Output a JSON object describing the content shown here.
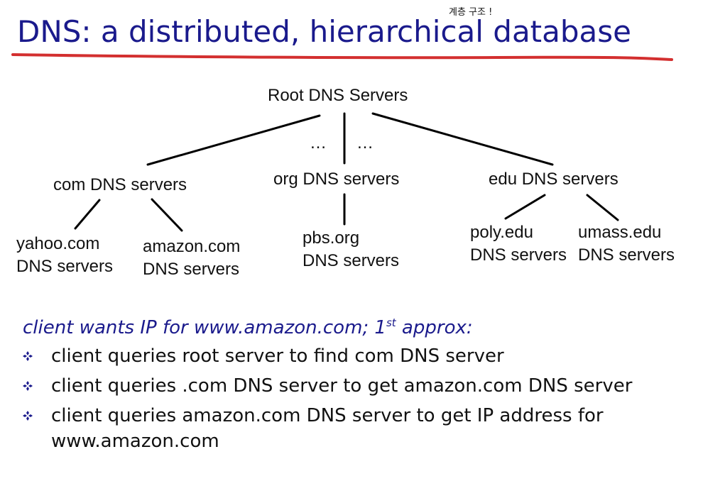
{
  "slide": {
    "annotation": "계층 구조 !",
    "title": "DNS: a distributed, hierarchical database",
    "underline_color": "#d32f2f",
    "title_color": "#1a1a8c"
  },
  "tree": {
    "root": "Root DNS Servers",
    "ellipsis_left": "…",
    "ellipsis_right": "…",
    "tld": [
      {
        "label": "com DNS servers"
      },
      {
        "label": "org DNS servers"
      },
      {
        "label": "edu DNS servers"
      }
    ],
    "leaves": [
      {
        "line1": "yahoo.com",
        "line2": "DNS servers"
      },
      {
        "line1": "amazon.com",
        "line2": "DNS servers"
      },
      {
        "line1": "pbs.org",
        "line2": "DNS servers"
      },
      {
        "line1": "poly.edu",
        "line2": "DNS servers"
      },
      {
        "line1": "umass.edu",
        "line2": "DNS servers"
      }
    ]
  },
  "explanation": {
    "heading_pre": "client wants IP for www.amazon.com; 1",
    "heading_sup": "st",
    "heading_post": " approx:",
    "bullets": [
      "client queries root server to find com DNS server",
      "client queries .com DNS server to get amazon.com DNS server",
      "client queries amazon.com DNS server to get  IP address for www.amazon.com"
    ],
    "bullet_icon": "diamond-bullet-icon",
    "bullet_color": "#1a1a8c"
  }
}
